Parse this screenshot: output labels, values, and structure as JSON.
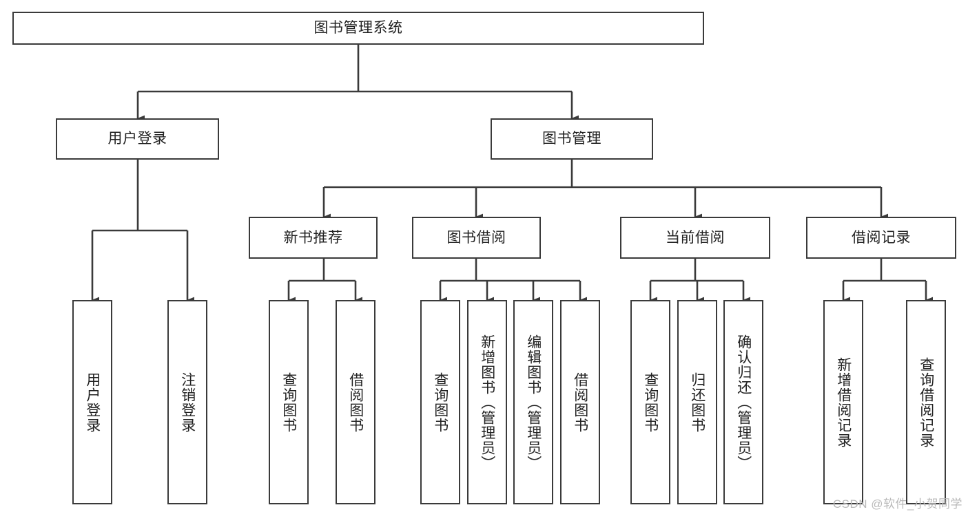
{
  "diagram": {
    "type": "tree-hierarchy",
    "title": "图书管理系统",
    "orientation": "top-down",
    "colors": {
      "box_border": "#3a3a3a",
      "box_fill": "#ffffff",
      "edge": "#3a3a3a",
      "text": "#222222",
      "watermark": "#b9b9b9",
      "background": "#ffffff"
    }
  },
  "root": {
    "label": "图书管理系统"
  },
  "level1": [
    {
      "label": "用户登录"
    },
    {
      "label": "图书管理"
    }
  ],
  "level2": [
    {
      "label": "新书推荐"
    },
    {
      "label": "图书借阅"
    },
    {
      "label": "当前借阅"
    },
    {
      "label": "借阅记录"
    }
  ],
  "leaves": {
    "user_login": [
      {
        "label": "用户登录"
      },
      {
        "label": "注销登录"
      }
    ],
    "new_book_recommend": [
      {
        "label": "查询图书"
      },
      {
        "label": "借阅图书"
      }
    ],
    "book_borrow": [
      {
        "label": "查询图书"
      },
      {
        "label": "新增图书（管理员）"
      },
      {
        "label": "编辑图书（管理员）"
      },
      {
        "label": "借阅图书"
      }
    ],
    "current_borrow": [
      {
        "label": "查询图书"
      },
      {
        "label": "归还图书"
      },
      {
        "label": "确认归还（管理员）"
      }
    ],
    "borrow_record": [
      {
        "label": "新增借阅记录"
      },
      {
        "label": "查询借阅记录"
      }
    ]
  },
  "watermark": {
    "text": "CSDN @软件_小贺同学"
  }
}
